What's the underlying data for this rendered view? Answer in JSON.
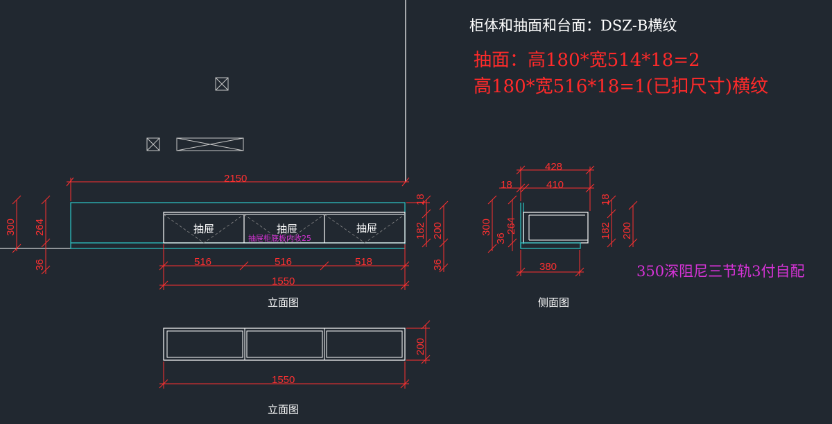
{
  "notes": {
    "material": "柜体和抽面和台面：DSZ-B横纹",
    "drawer_front_1": "抽面：高180*宽514*18=2",
    "drawer_front_2": "高180*宽516*18=1(已扣尺寸)横纹",
    "hardware": "350深阻尼三节轨3付自配"
  },
  "front_view": {
    "caption": "立面图",
    "drawer_label": "抽屉",
    "inset_note": "抽屉柜底板内收25",
    "dims": {
      "overall_width": "2150",
      "drawer_unit_width": "1550",
      "drawer_widths": [
        "516",
        "516",
        "518"
      ],
      "height": "300",
      "body_height": "264",
      "base_height": "36",
      "top_thickness": "18",
      "drawer_height": "182",
      "drawer_total_height": "200",
      "drawer_bottom": "36"
    }
  },
  "side_view": {
    "caption": "侧面图",
    "dims": {
      "top_depth": "428",
      "panel_thickness": "18",
      "inner_depth": "410",
      "height": "300",
      "body_height": "264",
      "base_height": "36",
      "top_thickness": "18",
      "drawer_height": "182",
      "drawer_total_height": "200",
      "drawer_depth": "380"
    }
  },
  "plan_view": {
    "caption": "立面图",
    "dims": {
      "width": "1550",
      "height": "200"
    }
  },
  "colors": {
    "background": "#212830",
    "dimension": "#ff3030",
    "outline": "#ffffff",
    "cabinet": "#2ec8c8",
    "annotation": "#d633d6"
  }
}
